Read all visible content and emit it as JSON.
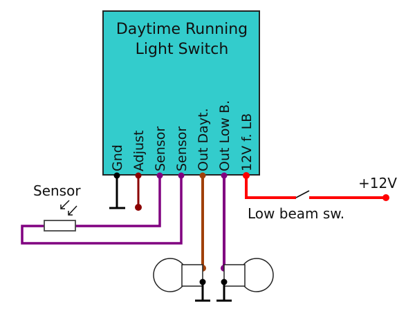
{
  "module": {
    "title_line1": "Daytime Running",
    "title_line2": "Light Switch",
    "fill_color": "#33CCCC"
  },
  "pins": [
    {
      "label": "Gnd",
      "color": "#000000"
    },
    {
      "label": "Adjust",
      "color": "#8B0000"
    },
    {
      "label": "Sensor",
      "color": "#800080"
    },
    {
      "label": "Sensor",
      "color": "#800080"
    },
    {
      "label": "Out Dayt.",
      "color": "#A0400A"
    },
    {
      "label": "Out Low B.",
      "color": "#800080"
    },
    {
      "label": "12V f. LB",
      "color": "#FF0000"
    }
  ],
  "labels": {
    "sensor": "Sensor",
    "supply": "+12V",
    "switch": "Low beam sw."
  },
  "components": {
    "light_sensor": "photoresistor",
    "switch": "low-beam-switch",
    "bulbs": 2
  }
}
